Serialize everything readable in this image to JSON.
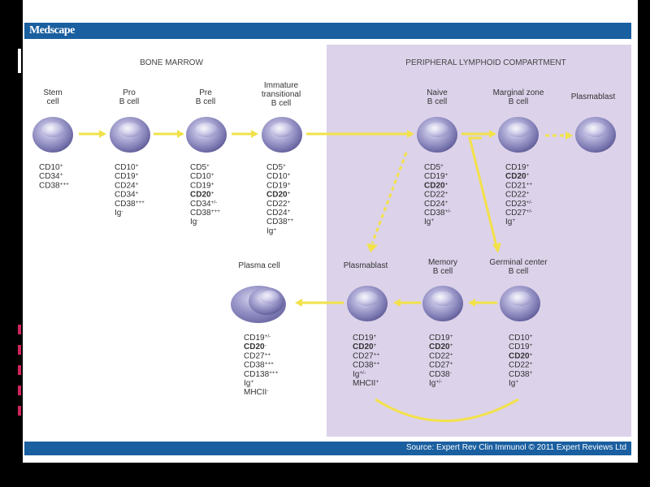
{
  "header": {
    "logo": "Medscape"
  },
  "footer": {
    "source": "Source: Expert Rev Clin Immunol © 2011 Expert Reviews Ltd"
  },
  "sections": {
    "bone_marrow": "BONE MARROW",
    "peripheral": "PERIPHERAL LYMPHOID COMPARTMENT"
  },
  "colors": {
    "header": "#1a5fa0",
    "peripheral_bg": "#dcd2ea",
    "arrow": "#f2e14a",
    "cell": "#8c88c0"
  },
  "cells": {
    "stem": {
      "title": [
        "Stem",
        "cell"
      ],
      "markers": [
        [
          "CD10",
          "+",
          false
        ],
        [
          "CD34",
          "+",
          false
        ],
        [
          "CD38",
          "+++",
          false
        ]
      ]
    },
    "pro": {
      "title": [
        "Pro",
        "B cell"
      ],
      "markers": [
        [
          "CD10",
          "+",
          false
        ],
        [
          "CD19",
          "+",
          false
        ],
        [
          "CD24",
          "+",
          false
        ],
        [
          "CD34",
          "+",
          false
        ],
        [
          "CD38",
          "+++",
          false
        ],
        [
          "Ig",
          "-",
          false
        ]
      ]
    },
    "pre": {
      "title": [
        "Pre",
        "B cell"
      ],
      "markers": [
        [
          "CD5",
          "+",
          false
        ],
        [
          "CD10",
          "+",
          false
        ],
        [
          "CD19",
          "+",
          false
        ],
        [
          "CD20",
          "+",
          true
        ],
        [
          "CD34",
          "+/-",
          false
        ],
        [
          "CD38",
          "+++",
          false
        ],
        [
          "Ig",
          "-",
          false
        ]
      ]
    },
    "immature": {
      "title": [
        "Immature",
        "transitional",
        "B cell"
      ],
      "markers": [
        [
          "CD5",
          "+",
          false
        ],
        [
          "CD10",
          "+",
          false
        ],
        [
          "CD19",
          "+",
          false
        ],
        [
          "CD20",
          "+",
          true
        ],
        [
          "CD22",
          "+",
          false
        ],
        [
          "CD24",
          "+",
          false
        ],
        [
          "CD38",
          "++",
          false
        ],
        [
          "Ig",
          "+",
          false
        ]
      ]
    },
    "naive": {
      "title": [
        "Naive",
        "B cell"
      ],
      "markers": [
        [
          "CD5",
          "+",
          false
        ],
        [
          "CD19",
          "+",
          false
        ],
        [
          "CD20",
          "+",
          true
        ],
        [
          "CD22",
          "+",
          false
        ],
        [
          "CD24",
          "+",
          false
        ],
        [
          "CD38",
          "+/-",
          false
        ],
        [
          "Ig",
          "+",
          false
        ]
      ]
    },
    "marginal": {
      "title": [
        "Marginal zone",
        "B cell"
      ],
      "markers": [
        [
          "CD19",
          "+",
          false
        ],
        [
          "CD20",
          "+",
          true
        ],
        [
          "CD21",
          "++",
          false
        ],
        [
          "CD22",
          "+",
          false
        ],
        [
          "CD23",
          "+/-",
          false
        ],
        [
          "CD27",
          "+/-",
          false
        ],
        [
          "Ig",
          "+",
          false
        ]
      ]
    },
    "plasmablast_top": {
      "title": [
        "Plasmablast"
      ],
      "markers": []
    },
    "plasma": {
      "title": [
        "Plasma cell"
      ],
      "markers": [
        [
          "CD19",
          "+/-",
          false
        ],
        [
          "CD20",
          "-",
          true
        ],
        [
          "CD27",
          "++",
          false
        ],
        [
          "CD38",
          "+++",
          false
        ],
        [
          "CD138",
          "+++",
          false
        ],
        [
          "Ig",
          "+",
          false
        ],
        [
          "MHCII",
          "-",
          false
        ]
      ]
    },
    "plasmablast_bottom": {
      "title": [
        "Plasmablast"
      ],
      "markers": [
        [
          "CD19",
          "+",
          false
        ],
        [
          "CD20",
          "+",
          true
        ],
        [
          "CD27",
          "++",
          false
        ],
        [
          "CD38",
          "++",
          false
        ],
        [
          "Ig",
          "+/-",
          false
        ],
        [
          "MHCII",
          "+",
          false
        ]
      ]
    },
    "memory": {
      "title": [
        "Memory",
        "B cell"
      ],
      "markers": [
        [
          "CD19",
          "+",
          false
        ],
        [
          "CD20",
          "+",
          true
        ],
        [
          "CD22",
          "+",
          false
        ],
        [
          "CD27",
          "+",
          false
        ],
        [
          "CD38",
          "-",
          false
        ],
        [
          "Ig",
          "+/-",
          false
        ]
      ]
    },
    "germinal": {
      "title": [
        "Germinal center",
        "B cell"
      ],
      "markers": [
        [
          "CD10",
          "+",
          false
        ],
        [
          "CD19",
          "+",
          false
        ],
        [
          "CD20",
          "+",
          true
        ],
        [
          "CD22",
          "+",
          false
        ],
        [
          "CD38",
          "+",
          false
        ],
        [
          "Ig",
          "+",
          false
        ]
      ]
    }
  }
}
